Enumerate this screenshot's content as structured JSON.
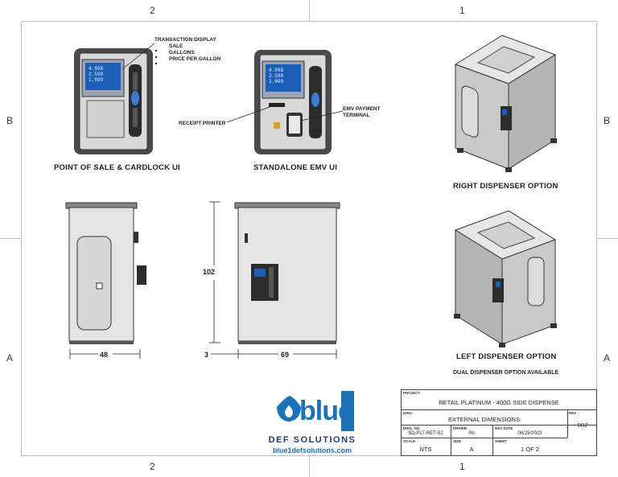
{
  "zones": {
    "top_left": "2",
    "top_right": "1",
    "bottom_left": "2",
    "bottom_right": "1",
    "left_upper": "B",
    "left_lower": "A",
    "right_upper": "B",
    "right_lower": "A"
  },
  "views": {
    "pos_ui": {
      "caption": "POINT OF SALE & CARDLOCK UI",
      "display_values": [
        "4.998",
        "2.590",
        "1.999"
      ],
      "callout_title": "TRANSACTION DISPLAY",
      "callout_items": [
        "SALE",
        "GALLONS",
        "PRICE PER GALLON"
      ]
    },
    "emv_ui": {
      "caption": "STANDALONE EMV UI",
      "display_values": [
        "4.998",
        "2.590",
        "1.999"
      ],
      "receipt_callout": "RECEIPT PRINTER",
      "emv_callout": [
        "EMV PAYMENT",
        "TERMINAL"
      ]
    },
    "right_option": {
      "caption": "RIGHT DISPENSER OPTION"
    },
    "left_option": {
      "caption": "LEFT DISPENSER OPTION",
      "subcaption": "DUAL DISPENSER OPTION AVAILABLE"
    }
  },
  "dimensions": {
    "side_width": "48",
    "front_offset": "3",
    "front_width": "69",
    "height": "102"
  },
  "logo": {
    "word": "blue",
    "digit": "1",
    "tagline": "DEF SOLUTIONS",
    "url": "blue1defsolutions.com",
    "colors": {
      "blue": "#1a73b8",
      "navy": "#1f3a6e"
    }
  },
  "title_block": {
    "project_label": "PROJECT",
    "project": "RETAIL PLATINUM - 400G SIDE DISPENSE",
    "dwg_label": "DWG.",
    "dwg": "EXTERNAL DIMENSIONS",
    "rev_label": "REV",
    "rev": "002",
    "dwg_no_label": "DWG. NO.",
    "dwg_no": "SD-PLT-RET-S2",
    "drawn_label": "DRAWN",
    "drawn": "PA",
    "rev_date_label": "REV DATE",
    "rev_date": "08/25/2023",
    "scale_label": "SCALE",
    "scale": "NTS",
    "size_label": "SIZE",
    "size": "A",
    "sheet_label": "SHEET",
    "sheet": "1 OF 2"
  }
}
